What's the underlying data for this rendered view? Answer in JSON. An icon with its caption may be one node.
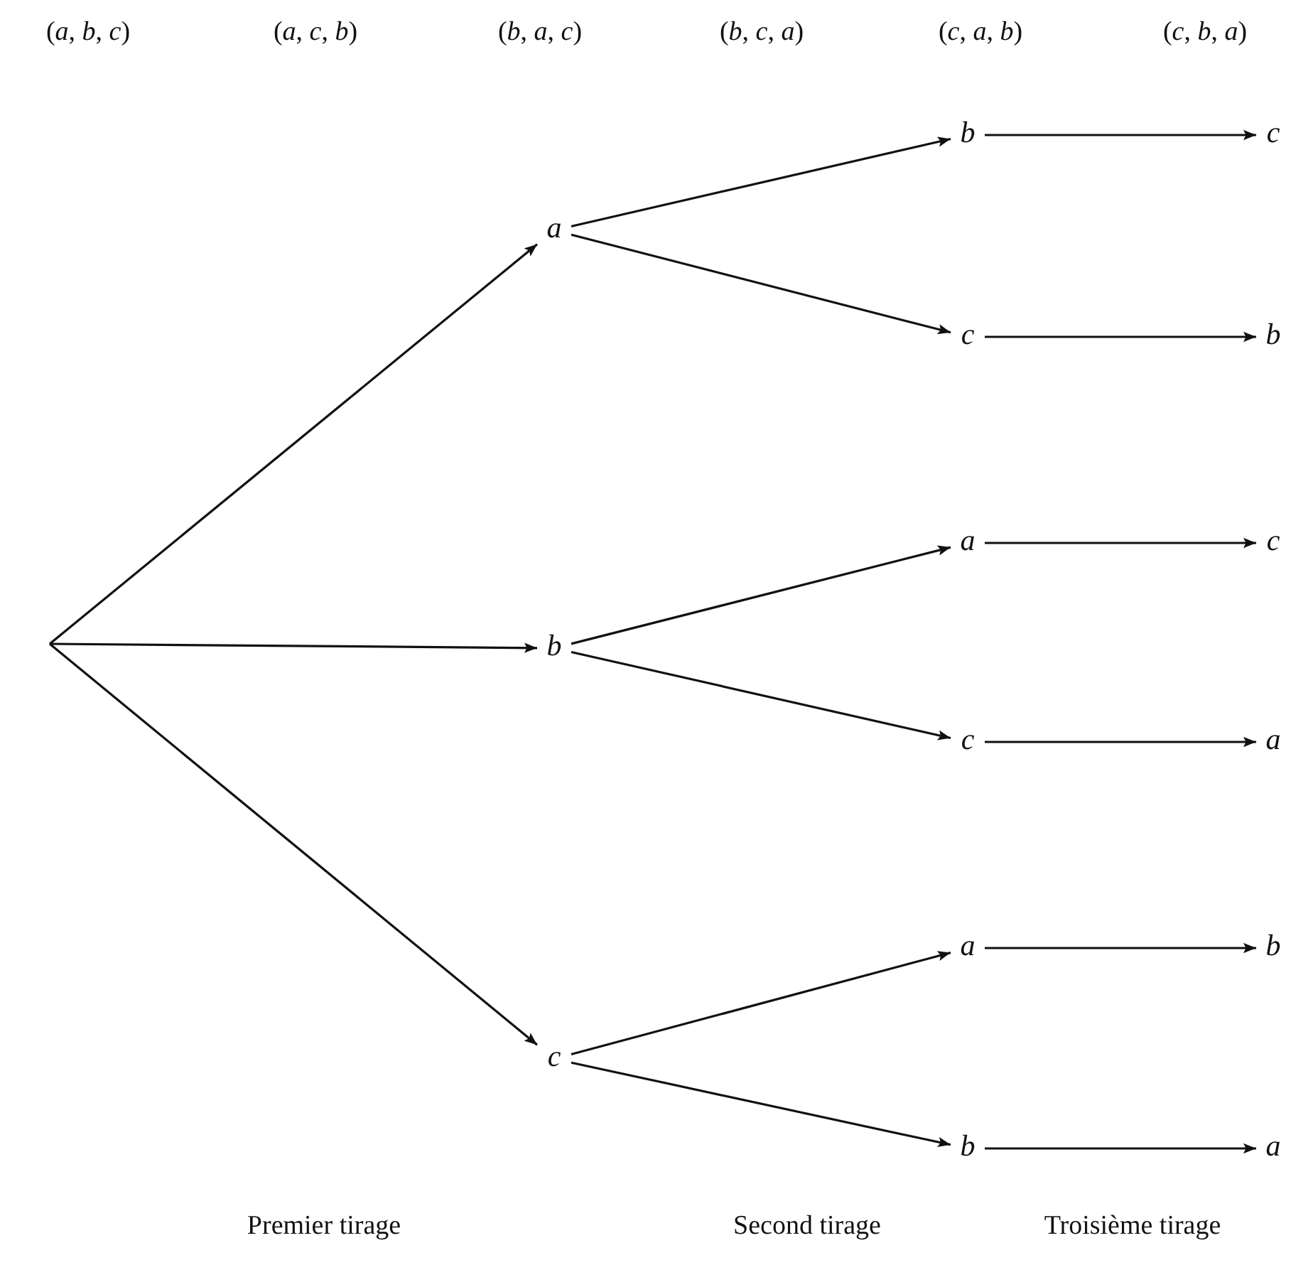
{
  "diagram": {
    "nodes": [
      {
        "text": [
          "a"
        ]
      },
      {
        "text": [
          "b"
        ]
      },
      {
        "text": [
          "c"
        ]
      },
      {
        "text": [
          "b"
        ]
      },
      {
        "text": [
          "c"
        ]
      },
      {
        "text": [
          "a"
        ]
      },
      {
        "text": [
          "c"
        ]
      },
      {
        "text": [
          "a"
        ]
      },
      {
        "text": [
          "b"
        ]
      },
      {
        "text": [
          "c"
        ]
      },
      {
        "text": [
          "b"
        ]
      },
      {
        "text": [
          "c"
        ]
      },
      {
        "text": [
          "a"
        ]
      },
      {
        "text": [
          "b"
        ]
      },
      {
        "text": [
          "a"
        ]
      }
    ],
    "edges": [
      {
        "from": null,
        "to": 0,
        "arrow": "to"
      },
      {
        "from": null,
        "to": 1,
        "arrow": "to"
      },
      {
        "from": null,
        "to": 2,
        "arrow": "to"
      },
      {
        "from": 0,
        "to": 3,
        "arrow": "to"
      },
      {
        "from": 0,
        "to": 4,
        "arrow": "to"
      },
      {
        "from": 1,
        "to": 5,
        "arrow": "to"
      },
      {
        "from": 1,
        "to": 6,
        "arrow": "to"
      },
      {
        "from": 2,
        "to": 7,
        "arrow": "to"
      },
      {
        "from": 2,
        "to": 8,
        "arrow": "to"
      },
      {
        "from": 3,
        "to": 9,
        "arrow": "to"
      },
      {
        "from": 4,
        "to": 10,
        "arrow": "to"
      },
      {
        "from": 5,
        "to": 11,
        "arrow": "to"
      },
      {
        "from": 6,
        "to": 12,
        "arrow": "to"
      },
      {
        "from": 7,
        "to": 13,
        "arrow": "to"
      },
      {
        "from": 8,
        "to": 14,
        "arrow": "to"
      }
    ],
    "labels": [
      "(*a*, *b*, *c*)",
      "(*a*, *c*, *b*)",
      "(*b*, *a*, *c*)",
      "(*b*, *c*, *a*)",
      "(*c*, *a*, *b*)",
      "(*c*, *b*, *a*)",
      "Premier tirage",
      "Second tirage",
      "Troisième tirage"
    ]
  }
}
